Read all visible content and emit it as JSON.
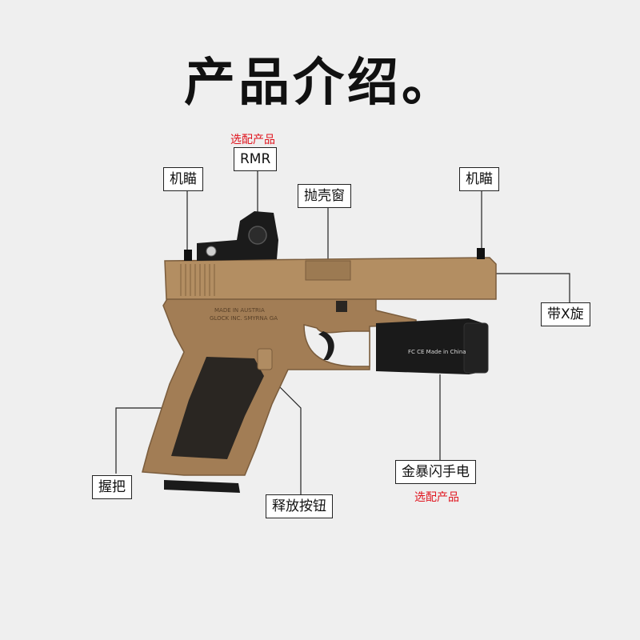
{
  "title": "产品介绍。",
  "labels": {
    "rear_sight": "机瞄",
    "rmr": "RMR",
    "ejection_port": "抛壳窗",
    "front_sight": "机瞄",
    "rail": "带X旋",
    "grip": "握把",
    "release_button": "释放按钮",
    "flashlight": "金暴闪手电"
  },
  "notes": {
    "rmr_optional": "选配产品",
    "flashlight_optional": "选配产品"
  },
  "colors": {
    "background": "#efefef",
    "body_tan": "#a8835a",
    "grip_texture": "#2a2622",
    "accent_red": "#e0141e"
  }
}
